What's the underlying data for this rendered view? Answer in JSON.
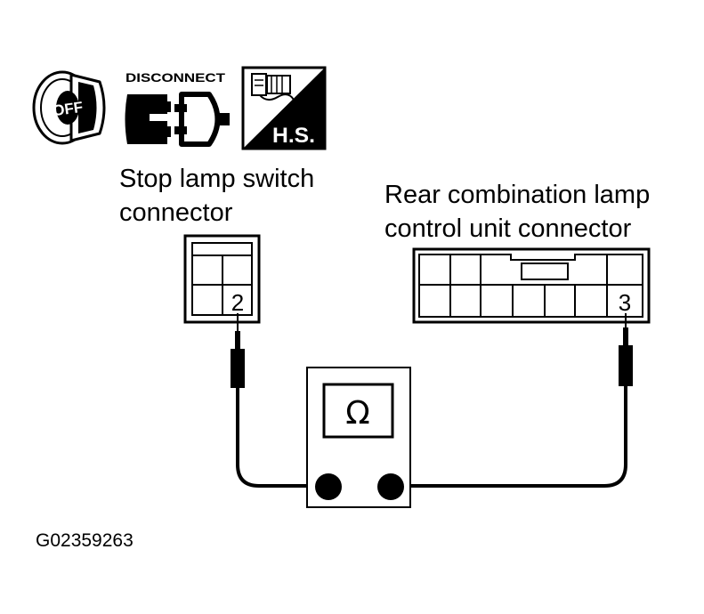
{
  "icons": {
    "ignition": {
      "name": "ignition-key-icon",
      "text": "OFF"
    },
    "disconnect": {
      "name": "disconnect-icon",
      "text": "DISCONNECT"
    },
    "harness": {
      "name": "harness-side-icon",
      "text": "H.S."
    }
  },
  "stop_lamp_connector": {
    "label_line1": "Stop lamp switch",
    "label_line2": "connector",
    "terminal": "2"
  },
  "rear_lamp_connector": {
    "label_line1": "Rear combination lamp",
    "label_line2": "control unit connector",
    "terminal": "3"
  },
  "meter": {
    "symbol": "Ω"
  },
  "figure_code": "G02359263"
}
